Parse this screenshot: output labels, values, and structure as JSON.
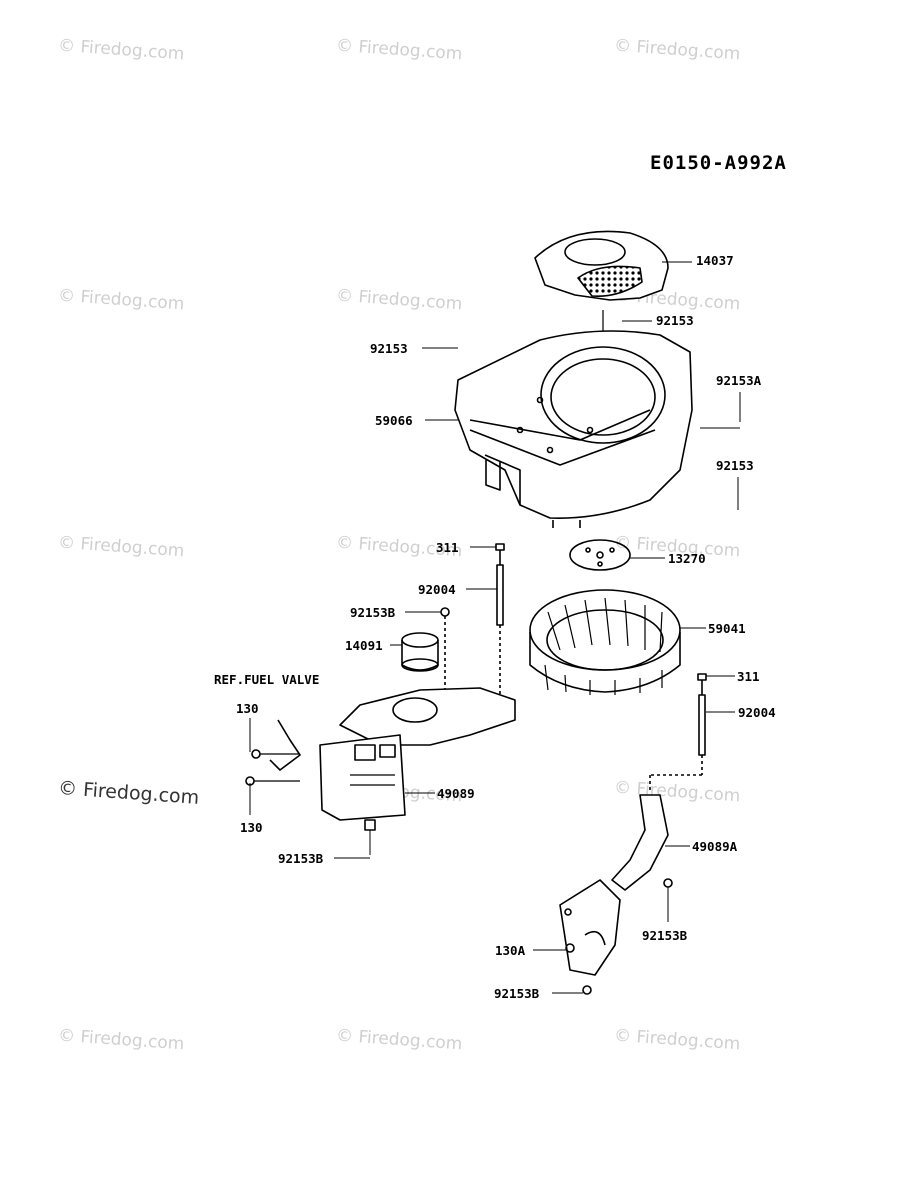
{
  "diagram_code": "E0150-A992A",
  "watermark": "© Firedog.com",
  "parts": {
    "p14037": "14037",
    "p92153_top": "92153",
    "p92153_left": "92153",
    "p92153A": "92153A",
    "p59066": "59066",
    "p92153_right": "92153",
    "p311_left": "311",
    "p13270": "13270",
    "p92004_left": "92004",
    "p92153B_top": "92153B",
    "p59041": "59041",
    "p14091": "14091",
    "ref_fuel_valve": "REF.FUEL VALVE",
    "p311_right": "311",
    "p130_top": "130",
    "p92004_right": "92004",
    "p49089": "49089",
    "p130_bottom": "130",
    "p49089A": "49089A",
    "p92153B_left": "92153B",
    "p92153B_right": "92153B",
    "p130A": "130A",
    "p92153B_bottom": "92153B"
  }
}
